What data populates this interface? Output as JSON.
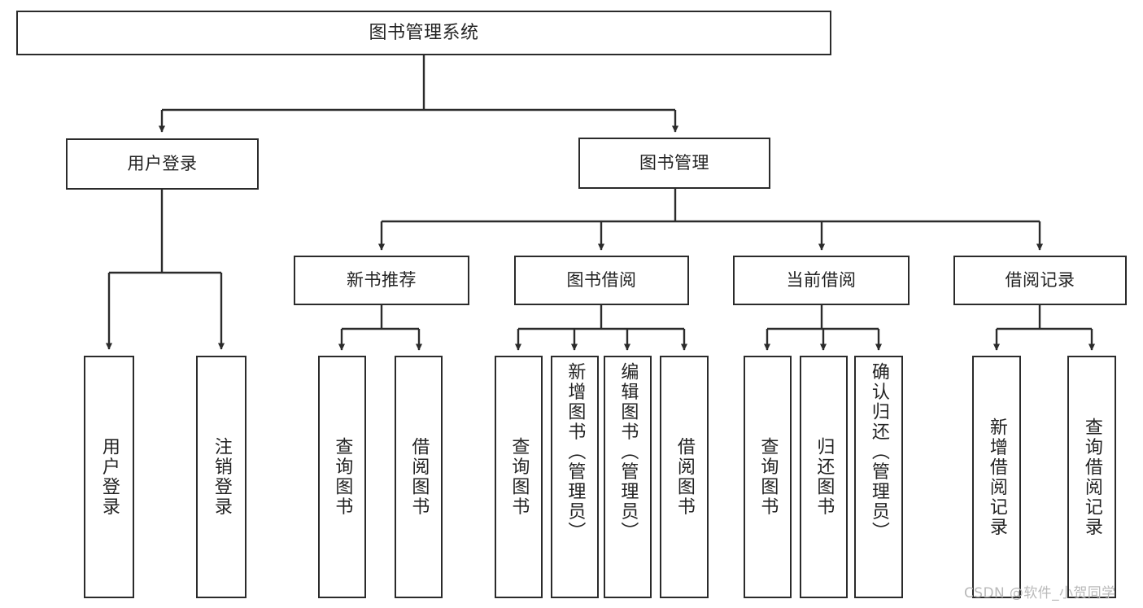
{
  "diagram": {
    "title": "图书管理系统",
    "type": "hierarchy-tree",
    "root": {
      "label": "图书管理系统"
    },
    "level1": [
      {
        "label": "用户登录"
      },
      {
        "label": "图书管理"
      }
    ],
    "level2": [
      {
        "label": "新书推荐"
      },
      {
        "label": "图书借阅"
      },
      {
        "label": "当前借阅"
      },
      {
        "label": "借阅记录"
      }
    ],
    "leaves": {
      "user_login": [
        {
          "label": "用户登录"
        },
        {
          "label": "注销登录"
        }
      ],
      "new_book_recommend": [
        {
          "label": "查询图书"
        },
        {
          "label": "借阅图书"
        }
      ],
      "book_borrow": [
        {
          "label": "查询图书"
        },
        {
          "label": "新增图书（管理员）"
        },
        {
          "label": "编辑图书（管理员）"
        },
        {
          "label": "借阅图书"
        }
      ],
      "current_borrow": [
        {
          "label": "查询图书"
        },
        {
          "label": "归还图书"
        },
        {
          "label": "确认归还（管理员）"
        }
      ],
      "borrow_record": [
        {
          "label": "新增借阅记录"
        },
        {
          "label": "查询借阅记录"
        }
      ]
    }
  },
  "watermark": {
    "text": "CSDN @软件_小贺同学"
  },
  "colors": {
    "stroke": "#2b2b2b",
    "background": "#ffffff",
    "text": "#232323",
    "watermark": "#b9b9b9"
  }
}
